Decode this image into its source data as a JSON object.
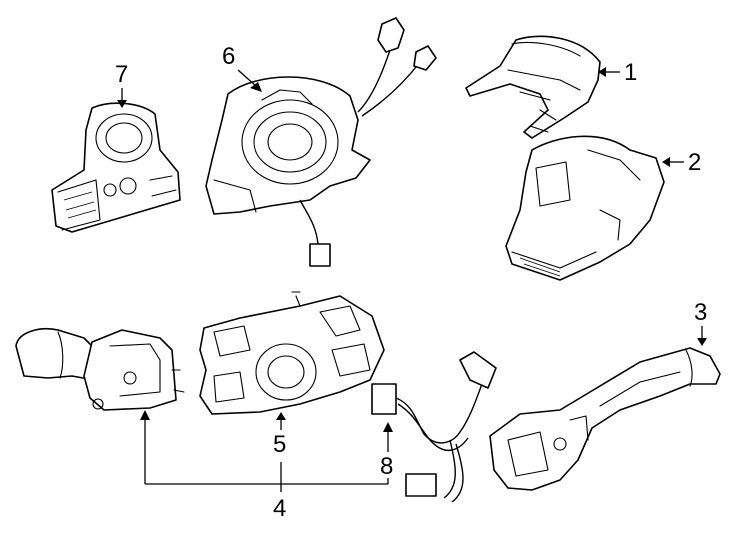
{
  "callouts": [
    {
      "id": "1",
      "text": "1"
    },
    {
      "id": "2",
      "text": "2"
    },
    {
      "id": "3",
      "text": "3"
    },
    {
      "id": "4",
      "text": "4"
    },
    {
      "id": "5",
      "text": "5"
    },
    {
      "id": "6",
      "text": "6"
    },
    {
      "id": "7",
      "text": "7"
    },
    {
      "id": "8",
      "text": "8"
    }
  ],
  "parts": [
    {
      "callout": "1",
      "kind": "upper-column-cover"
    },
    {
      "callout": "2",
      "kind": "lower-column-cover"
    },
    {
      "callout": "3",
      "kind": "wiper-switch-lever"
    },
    {
      "callout": "4",
      "kind": "combination-switch-assembly"
    },
    {
      "callout": "5",
      "kind": "switch-housing"
    },
    {
      "callout": "6",
      "kind": "clock-spring"
    },
    {
      "callout": "7",
      "kind": "steering-angle-sensor"
    },
    {
      "callout": "8",
      "kind": "wire-harness"
    }
  ],
  "colors": {
    "line": "#000000",
    "background": "#ffffff"
  }
}
